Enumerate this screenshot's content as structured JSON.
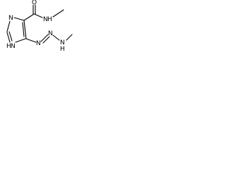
{
  "molecule": {
    "atoms": {
      "n_amide": "N",
      "h_amide": "H",
      "o_carbonyl": "O",
      "n_ring_1": "N",
      "n_ring_3": "N",
      "h_ring_3": "H",
      "n_azo_1": "N",
      "n_azo_2": "N",
      "n_triazene_h": "N",
      "h_triazene": "H"
    }
  }
}
